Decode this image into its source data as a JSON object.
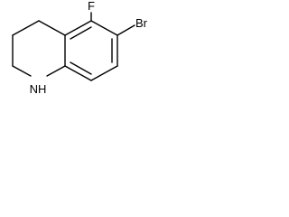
{
  "structure": {
    "atoms": {
      "fluorine": "F",
      "bromine": "Br",
      "nitrogen_h": "NH"
    }
  }
}
